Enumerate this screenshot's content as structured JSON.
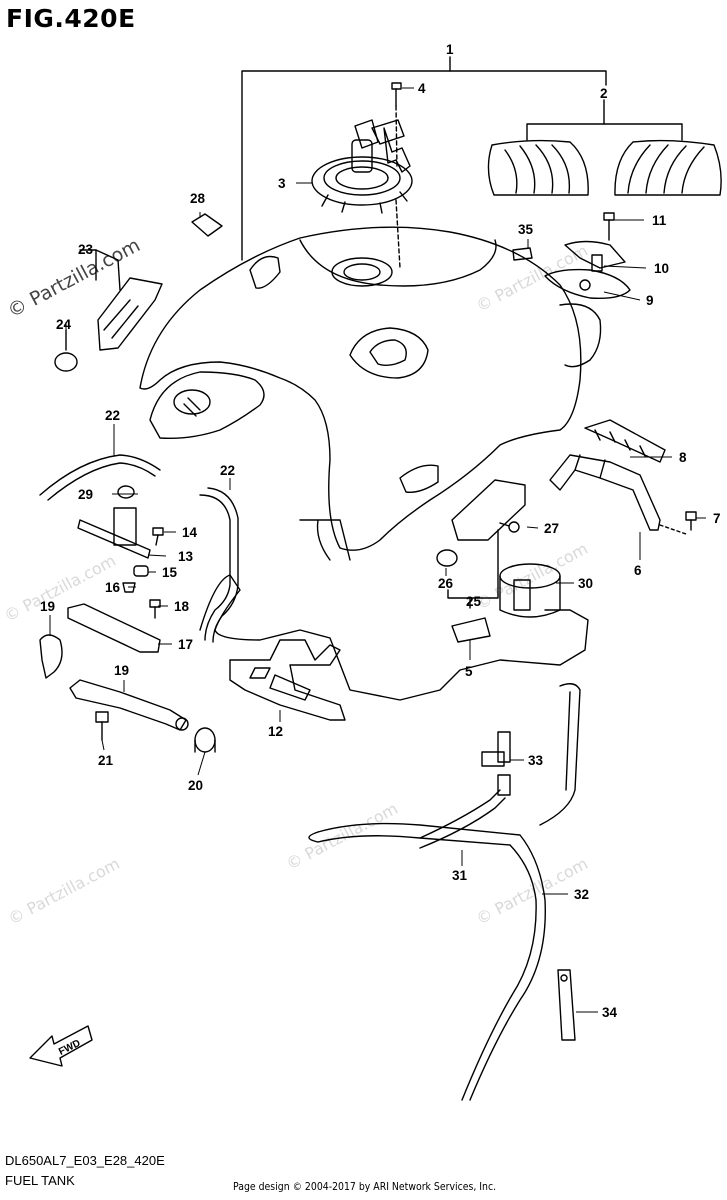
{
  "figure_title": "FIG.420E",
  "diagram_code": "DL650AL7_E03_E28_420E",
  "diagram_name": "FUEL TANK",
  "copyright": "Page design © 2004-2017 by ARI Network Services, Inc.",
  "watermark": "© Partzilla.com",
  "fwd_label": "FWD",
  "callouts": [
    {
      "id": "c1",
      "text": "1"
    },
    {
      "id": "c2",
      "text": "2"
    },
    {
      "id": "c3",
      "text": "3"
    },
    {
      "id": "c4",
      "text": "4"
    },
    {
      "id": "c5",
      "text": "5"
    },
    {
      "id": "c6",
      "text": "6"
    },
    {
      "id": "c7",
      "text": "7"
    },
    {
      "id": "c8",
      "text": "8"
    },
    {
      "id": "c9",
      "text": "9"
    },
    {
      "id": "c10",
      "text": "10"
    },
    {
      "id": "c11",
      "text": "11"
    },
    {
      "id": "c12",
      "text": "12"
    },
    {
      "id": "c13",
      "text": "13"
    },
    {
      "id": "c14",
      "text": "14"
    },
    {
      "id": "c15",
      "text": "15"
    },
    {
      "id": "c16",
      "text": "16"
    },
    {
      "id": "c17",
      "text": "17"
    },
    {
      "id": "c18",
      "text": "18"
    },
    {
      "id": "c19a",
      "text": "19"
    },
    {
      "id": "c19b",
      "text": "19"
    },
    {
      "id": "c20",
      "text": "20"
    },
    {
      "id": "c21",
      "text": "21"
    },
    {
      "id": "c22a",
      "text": "22"
    },
    {
      "id": "c22b",
      "text": "22"
    },
    {
      "id": "c23",
      "text": "23"
    },
    {
      "id": "c24",
      "text": "24"
    },
    {
      "id": "c25",
      "text": "25"
    },
    {
      "id": "c26",
      "text": "26"
    },
    {
      "id": "c27",
      "text": "27"
    },
    {
      "id": "c28",
      "text": "28"
    },
    {
      "id": "c29",
      "text": "29"
    },
    {
      "id": "c30",
      "text": "30"
    },
    {
      "id": "c31",
      "text": "31"
    },
    {
      "id": "c32",
      "text": "32"
    },
    {
      "id": "c33",
      "text": "33"
    },
    {
      "id": "c34",
      "text": "34"
    },
    {
      "id": "c35",
      "text": "35"
    }
  ]
}
